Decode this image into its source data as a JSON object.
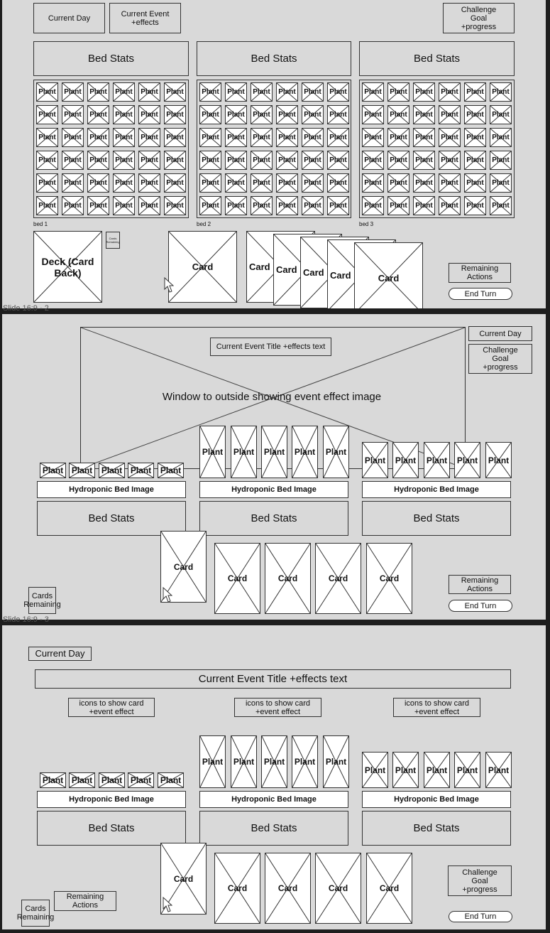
{
  "slides": [
    {
      "label": "",
      "current_day": "Current Day",
      "current_event": "Current Event +effects",
      "challenge_goal": "Challenge Goal +progress",
      "bed_stats": [
        "Bed Stats",
        "Bed Stats",
        "Bed Stats"
      ],
      "bed_labels": [
        "bed 1",
        "bed 2",
        "bed 3"
      ],
      "plant_label": "Plant",
      "deck": "Deck (Card Back)",
      "cards_remaining": "Cards Remaining",
      "card_label": "Card",
      "remaining_actions": "Remaining Actions",
      "end_turn": "End Turn"
    },
    {
      "label": "Slide 16:9 - 2",
      "window_text": "Window to outside showing event effect image",
      "event_title": "Current Event Title +effects text",
      "current_day": "Current Day",
      "challenge_goal": "Challenge Goal +progress",
      "plant_label": "Plant",
      "bed_image": [
        "Hydroponic Bed Image",
        "Hydroponic Bed Image",
        "Hydroponic Bed Image"
      ],
      "bed_stats": [
        "Bed Stats",
        "Bed Stats",
        "Bed Stats"
      ],
      "card_label": "Card",
      "cards_remaining": "Cards Remaining",
      "remaining_actions": "Remaining Actions",
      "end_turn": "End Turn"
    },
    {
      "label": "Slide 16:9 - 3",
      "current_day": "Current Day",
      "event_title": "Current Event Title +effects text",
      "icons_text": [
        "icons to show card +event effect",
        "icons to show card +event effect",
        "icons to show card +event effect"
      ],
      "plant_label": "Plant",
      "bed_image": [
        "Hydroponic Bed Image",
        "Hydroponic Bed Image",
        "Hydroponic Bed Image"
      ],
      "bed_stats": [
        "Bed Stats",
        "Bed Stats",
        "Bed Stats"
      ],
      "card_label": "Card",
      "challenge_goal": "Challenge Goal +progress",
      "end_turn": "End Turn",
      "remaining_actions": "Remaining Actions",
      "cards_remaining": "Cards Remaining"
    }
  ],
  "colors": {
    "canvas": "#1e1e1e",
    "slide": "#d9d9d9",
    "placeholder": "#ffffff",
    "stroke": "#333333"
  },
  "icons": {
    "cursor": "mouse-pointer-icon",
    "placeholder": "image-placeholder-x"
  }
}
